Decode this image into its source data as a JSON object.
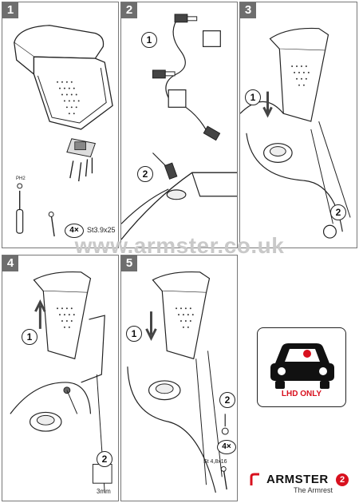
{
  "panels": {
    "p1": {
      "number": "1",
      "qty_label": "4×",
      "screw_spec": "St3.9x25",
      "tool_label": "PH2"
    },
    "p2": {
      "number": "2",
      "callout_a": "1",
      "callout_b": "2"
    },
    "p3": {
      "number": "3",
      "callout_a": "1",
      "callout_b": "2"
    },
    "p4": {
      "number": "4",
      "callout_a": "1",
      "callout_b": "2",
      "hex_size": "3mm"
    },
    "p5": {
      "number": "5",
      "callout_a": "1",
      "callout_b": "2",
      "qty_label": "4×",
      "screw_spec": "St 4,8x16"
    }
  },
  "watermark": "www.armster.co.uk",
  "badge": {
    "label": "LHD ONLY"
  },
  "brand": {
    "name": "ARMSTER",
    "tagline": "The Armrest",
    "badge_number": "2"
  },
  "colors": {
    "accent": "#d8101e",
    "panel_header": "#6e6e6e",
    "line": "#222222"
  }
}
